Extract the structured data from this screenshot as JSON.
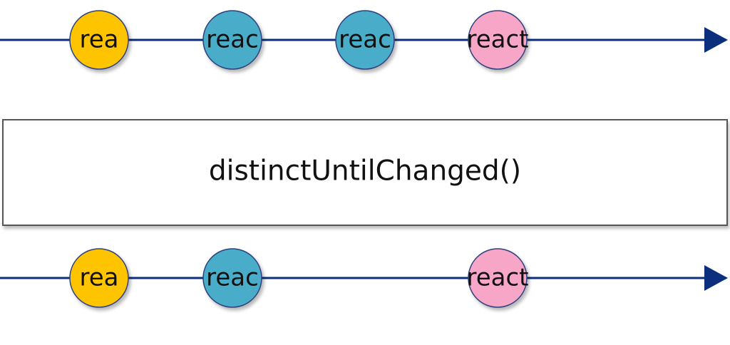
{
  "colors": {
    "timeline": "#0b2f7d",
    "marble_yellow": "#ffc400",
    "marble_blue": "#48acc8",
    "marble_pink": "#f7a6c8",
    "marble_stroke": "#2d3f7f",
    "operator_fill": "#ffffff",
    "operator_stroke": "#555555"
  },
  "input_stream": {
    "marbles": [
      {
        "label": "rea",
        "color": "marble_yellow",
        "slot": 0
      },
      {
        "label": "reac",
        "color": "marble_blue",
        "slot": 1
      },
      {
        "label": "reac",
        "color": "marble_blue",
        "slot": 2
      },
      {
        "label": "react",
        "color": "marble_pink",
        "slot": 3
      }
    ]
  },
  "operator": {
    "label": "distinctUntilChanged()"
  },
  "output_stream": {
    "marbles": [
      {
        "label": "rea",
        "color": "marble_yellow",
        "slot": 0
      },
      {
        "label": "reac",
        "color": "marble_blue",
        "slot": 1
      },
      {
        "label": "react",
        "color": "marble_pink",
        "slot": 3
      }
    ]
  }
}
